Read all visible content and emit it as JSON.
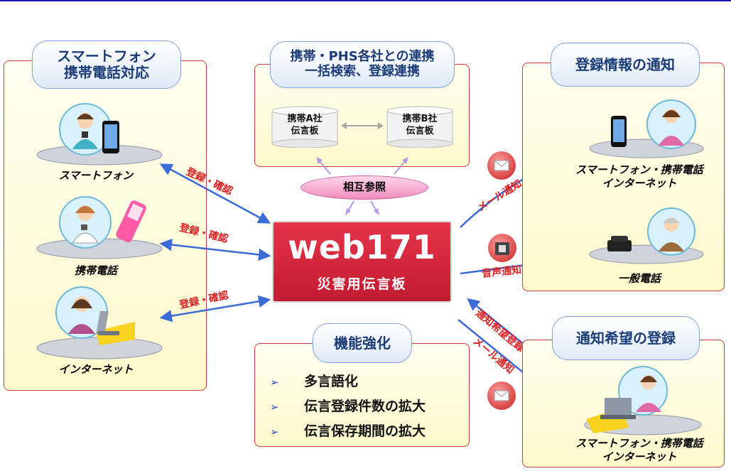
{
  "left_panel": {
    "title_line1": "スマートフォン",
    "title_line2": "携帯電話対応",
    "items": [
      {
        "label": "スマートフォン"
      },
      {
        "label": "携帯電話"
      },
      {
        "label": "インターネット"
      }
    ]
  },
  "top_panel": {
    "title_line1": "携帯・PHS各社との連携",
    "title_line2": "一括検索、登録連携",
    "db_a": {
      "line1": "携帯A社",
      "line2": "伝言板"
    },
    "db_b": {
      "line1": "携帯B社",
      "line2": "伝言板"
    }
  },
  "mutual_reference": "相互参照",
  "center_box": {
    "logo": "web171",
    "subtitle": "災害用伝言板"
  },
  "arrows": {
    "register_confirm_1": "登録・確認",
    "register_confirm_2": "登録・確認",
    "register_confirm_3": "登録・確認",
    "mail_notice_top": "メール通知",
    "voice_notice": "音声通知",
    "notice_request_registration": "通知希望登録",
    "mail_notice_bottom": "メール通知"
  },
  "right_top_panel": {
    "title": "登録情報の通知",
    "item1_line1": "スマートフォン・携帯電話",
    "item1_line2": "インターネット",
    "item2": "一般電話"
  },
  "right_bottom_panel": {
    "title": "通知希望の登録",
    "item_line1": "スマートフォン・携帯電話",
    "item_line2": "インターネット"
  },
  "features_panel": {
    "title": "機能強化",
    "items": [
      "多言語化",
      "伝言登録件数の拡大",
      "伝言保存期間の拡大"
    ]
  },
  "colors": {
    "accent_red": "#d7263d",
    "arrow_blue": "#3b6bd6",
    "text_red": "#e01e1e",
    "pill_blue": "#1c3c78"
  }
}
